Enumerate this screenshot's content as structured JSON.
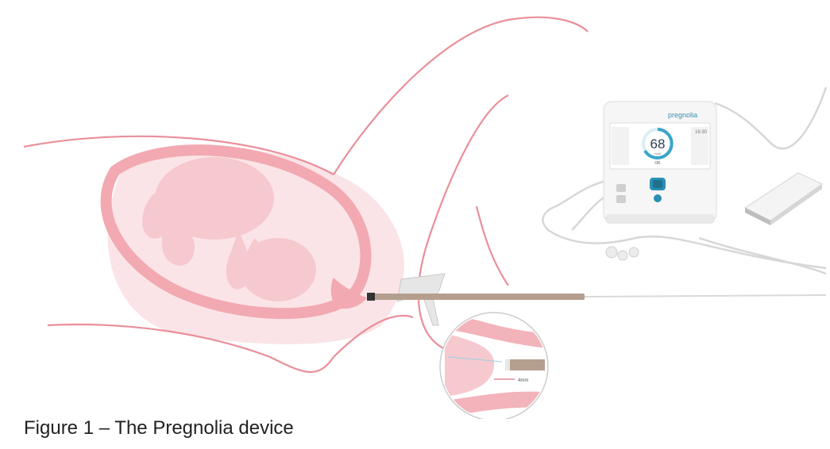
{
  "figure": {
    "caption": "Figure 1 – The Pregnolia device"
  },
  "device": {
    "brand": "pregnolia",
    "screen_value": "68",
    "screen_unit": "mbar",
    "screen_sub": "OK",
    "screen_time": "16:30"
  },
  "inset": {
    "distance_label": "4mm"
  },
  "colors": {
    "anatomy_line": "#e98f9a",
    "uterus_wall": "#f2a9b2",
    "fetus": "#f6c9cf",
    "probe": "#b49f8f",
    "gauge_ring": "#3aa6c9"
  }
}
